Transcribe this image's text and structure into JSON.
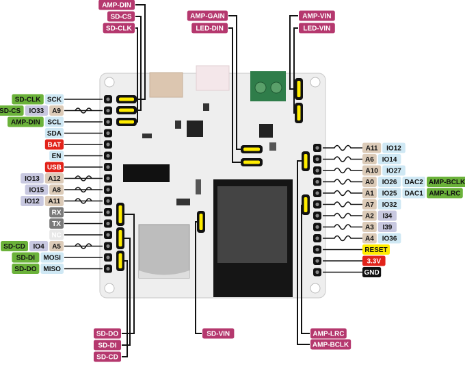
{
  "colors": {
    "magenta": "#b5386e",
    "green": "#6bb23a",
    "red": "#e2231a",
    "yellow": "#ffec00",
    "black": "#111111",
    "grey": "#7a7a7a",
    "blue": "#cfe8f4",
    "tan": "#dccbb8",
    "lilac": "#c8c8e0",
    "pale": "#e8e8e8"
  },
  "top_labels": {
    "amp_din": "AMP-DIN",
    "sd_cs": "SD-CS",
    "sd_clk": "SD-CLK",
    "amp_gain": "AMP-GAIN",
    "led_din": "LED-DIN",
    "amp_vin": "AMP-VIN",
    "led_vin": "LED-VIN"
  },
  "bottom_labels": {
    "sd_do": "SD-DO",
    "sd_di": "SD-DI",
    "sd_cd": "SD-CD",
    "sd_vin": "SD-VIN",
    "amp_lrc": "AMP-LRC",
    "amp_bclk": "AMP-BCLK"
  },
  "left_rows": [
    {
      "func": "SD-CLK",
      "gpio": "",
      "alt": "",
      "main": "SCK"
    },
    {
      "func": "SD-CS",
      "gpio": "IO33",
      "alt": "A9",
      "main": ""
    },
    {
      "func": "AMP-DIN",
      "gpio": "",
      "alt": "",
      "main": "SCL"
    },
    {
      "func": "",
      "gpio": "",
      "alt": "",
      "main": "SDA"
    },
    {
      "func": "",
      "gpio": "",
      "alt": "",
      "main": "BAT"
    },
    {
      "func": "",
      "gpio": "",
      "alt": "",
      "main": "EN"
    },
    {
      "func": "",
      "gpio": "",
      "alt": "",
      "main": "USB"
    },
    {
      "func": "",
      "gpio": "IO13",
      "alt": "A12",
      "main": ""
    },
    {
      "func": "",
      "gpio": "IO15",
      "alt": "A8",
      "main": ""
    },
    {
      "func": "",
      "gpio": "IO12",
      "alt": "A11",
      "main": ""
    },
    {
      "func": "",
      "gpio": "",
      "alt": "",
      "main": "RX"
    },
    {
      "func": "",
      "gpio": "",
      "alt": "",
      "main": "TX"
    },
    {
      "func": "",
      "gpio": "",
      "alt": "",
      "main": "NC"
    },
    {
      "func": "SD-CD",
      "gpio": "IO4",
      "alt": "A5",
      "main": ""
    },
    {
      "func": "SD-DI",
      "gpio": "",
      "alt": "",
      "main": "MOSI"
    },
    {
      "func": "SD-DO",
      "gpio": "",
      "alt": "",
      "main": "MISO"
    }
  ],
  "right_rows": [
    {
      "alt": "A11",
      "gpio": "IO12",
      "dac": "",
      "func": ""
    },
    {
      "alt": "A6",
      "gpio": "IO14",
      "dac": "",
      "func": ""
    },
    {
      "alt": "A10",
      "gpio": "IO27",
      "dac": "",
      "func": ""
    },
    {
      "alt": "A0",
      "gpio": "IO26",
      "dac": "DAC2",
      "func": "AMP-BCLK"
    },
    {
      "alt": "A1",
      "gpio": "IO25",
      "dac": "DAC1",
      "func": "AMP-LRC"
    },
    {
      "alt": "A7",
      "gpio": "IO32",
      "dac": "",
      "func": ""
    },
    {
      "alt": "A2",
      "gpio": "I34",
      "dac": "",
      "func": ""
    },
    {
      "alt": "A3",
      "gpio": "I39",
      "dac": "",
      "func": ""
    },
    {
      "alt": "A4",
      "gpio": "IO36",
      "dac": "",
      "func": ""
    },
    {
      "alt": "",
      "gpio": "",
      "dac": "",
      "func": "",
      "power": "RESET"
    },
    {
      "alt": "",
      "gpio": "",
      "dac": "",
      "func": "",
      "power": "3.3V"
    },
    {
      "alt": "",
      "gpio": "",
      "dac": "",
      "func": "",
      "power": "GND"
    }
  ]
}
